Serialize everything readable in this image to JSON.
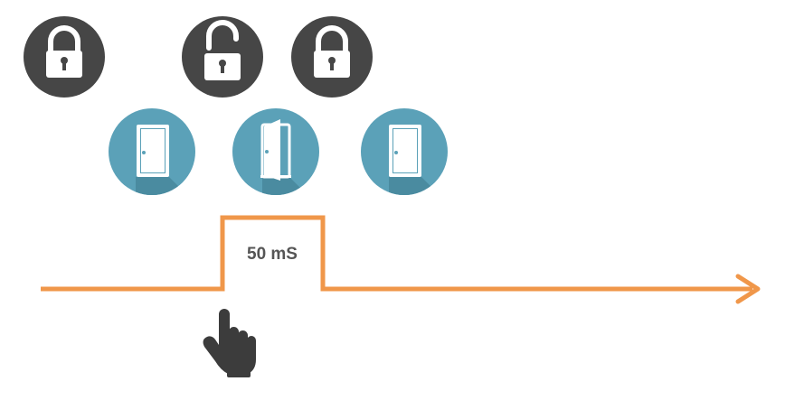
{
  "pulse": {
    "label": "50 mS"
  },
  "locks": [
    {
      "state": "locked",
      "icon": "padlock-locked-icon"
    },
    {
      "state": "unlocked",
      "icon": "padlock-unlocked-icon"
    },
    {
      "state": "locked",
      "icon": "padlock-locked-icon"
    }
  ],
  "doors": [
    {
      "state": "closed",
      "icon": "door-closed-icon"
    },
    {
      "state": "open",
      "icon": "door-open-icon"
    },
    {
      "state": "closed",
      "icon": "door-closed-icon"
    }
  ],
  "colors": {
    "lock_circle": "#464646",
    "door_circle": "#5ba1b8",
    "door_shadow": "#4a8ba0",
    "signal": "#f0974a",
    "label": "#555555",
    "hand": "#3c3c3c",
    "white": "#ffffff"
  },
  "pointer": {
    "icon": "hand-pointer-icon"
  }
}
